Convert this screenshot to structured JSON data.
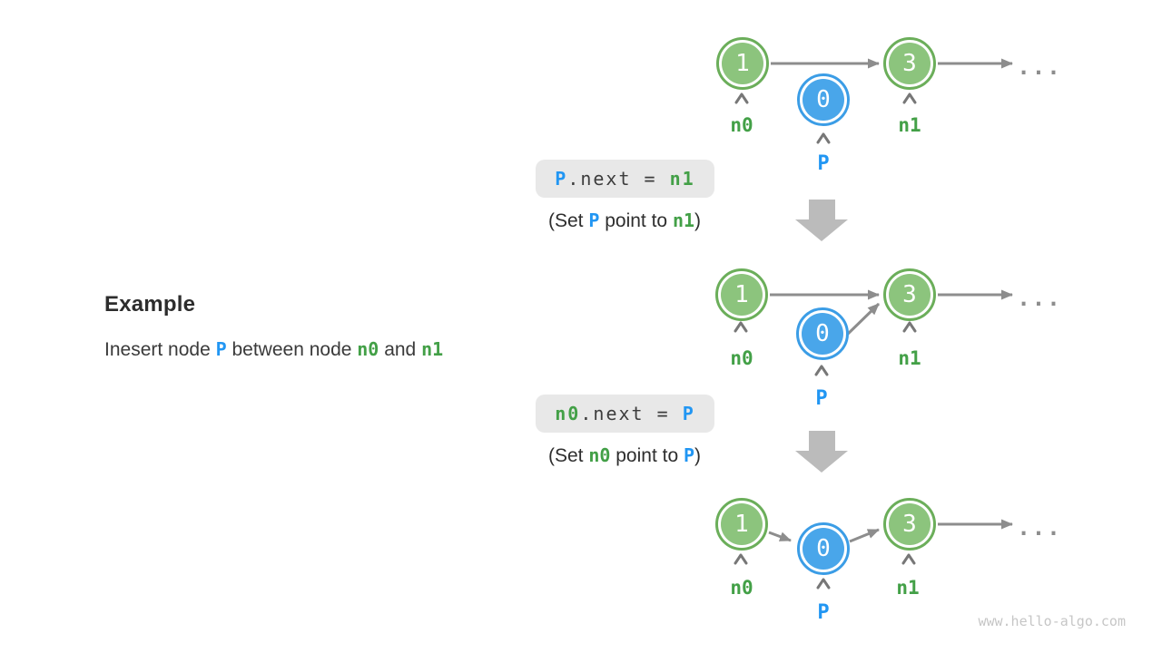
{
  "example": {
    "heading": "Example",
    "description": {
      "pre": "Inesert node ",
      "p": "P",
      "mid": " between node ",
      "n0": "n0",
      "and": " and ",
      "n1": "n1"
    }
  },
  "steps": [
    {
      "code": {
        "lhs": "P",
        "op": ".next = ",
        "rhs": "n1"
      },
      "caption": {
        "open": "(Set ",
        "subject": "P",
        "mid": " point to ",
        "object": "n1",
        "close": ")"
      }
    },
    {
      "code": {
        "lhs": "n0",
        "op": ".next = ",
        "rhs": "P"
      },
      "caption": {
        "open": "(Set ",
        "subject": "n0",
        "mid": " point to ",
        "object": "P",
        "close": ")"
      }
    }
  ],
  "diagram": {
    "values": {
      "n0": "1",
      "p": "0",
      "n1": "3"
    },
    "labels": {
      "n0": "n0",
      "p": "P",
      "n1": "n1"
    },
    "ellipsis": "..."
  },
  "watermark": "www.hello-algo.com",
  "colors": {
    "node_green_fill": "#8cc47d",
    "node_green_ring": "#6bae5a",
    "node_blue_fill": "#49a6ea",
    "node_blue_ring": "#3b9de6",
    "text_green": "#43a047",
    "text_blue": "#2196f3",
    "arrow_gray": "#8d8d8d",
    "caret_gray": "#777777",
    "block_arrow_gray": "#bbbbbb",
    "code_bg": "#e8e8e8",
    "watermark_gray": "#c6c6c6"
  }
}
